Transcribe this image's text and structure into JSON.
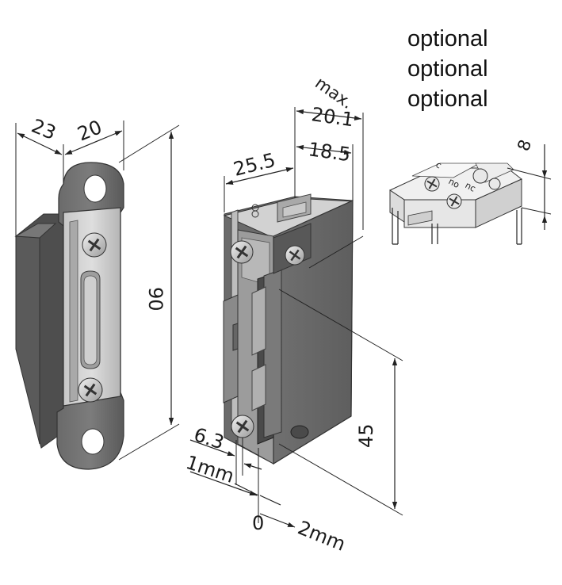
{
  "notes": [
    "optional",
    "optional",
    "optional"
  ],
  "dimensions": {
    "strike_width": "23",
    "strike_depth": "20",
    "strike_height": "90",
    "opener_width": "25.5",
    "opener_max_label": "max.",
    "opener_max_depth": "20.1",
    "opener_depth": "18.5",
    "latch_height": "45",
    "terminal_height": "8",
    "offset": "6.3",
    "adjust_minus": "1mm",
    "adjust_zero": "0",
    "adjust_plus": "2mm"
  },
  "terminal_labels": [
    "nc",
    "no",
    "c"
  ]
}
